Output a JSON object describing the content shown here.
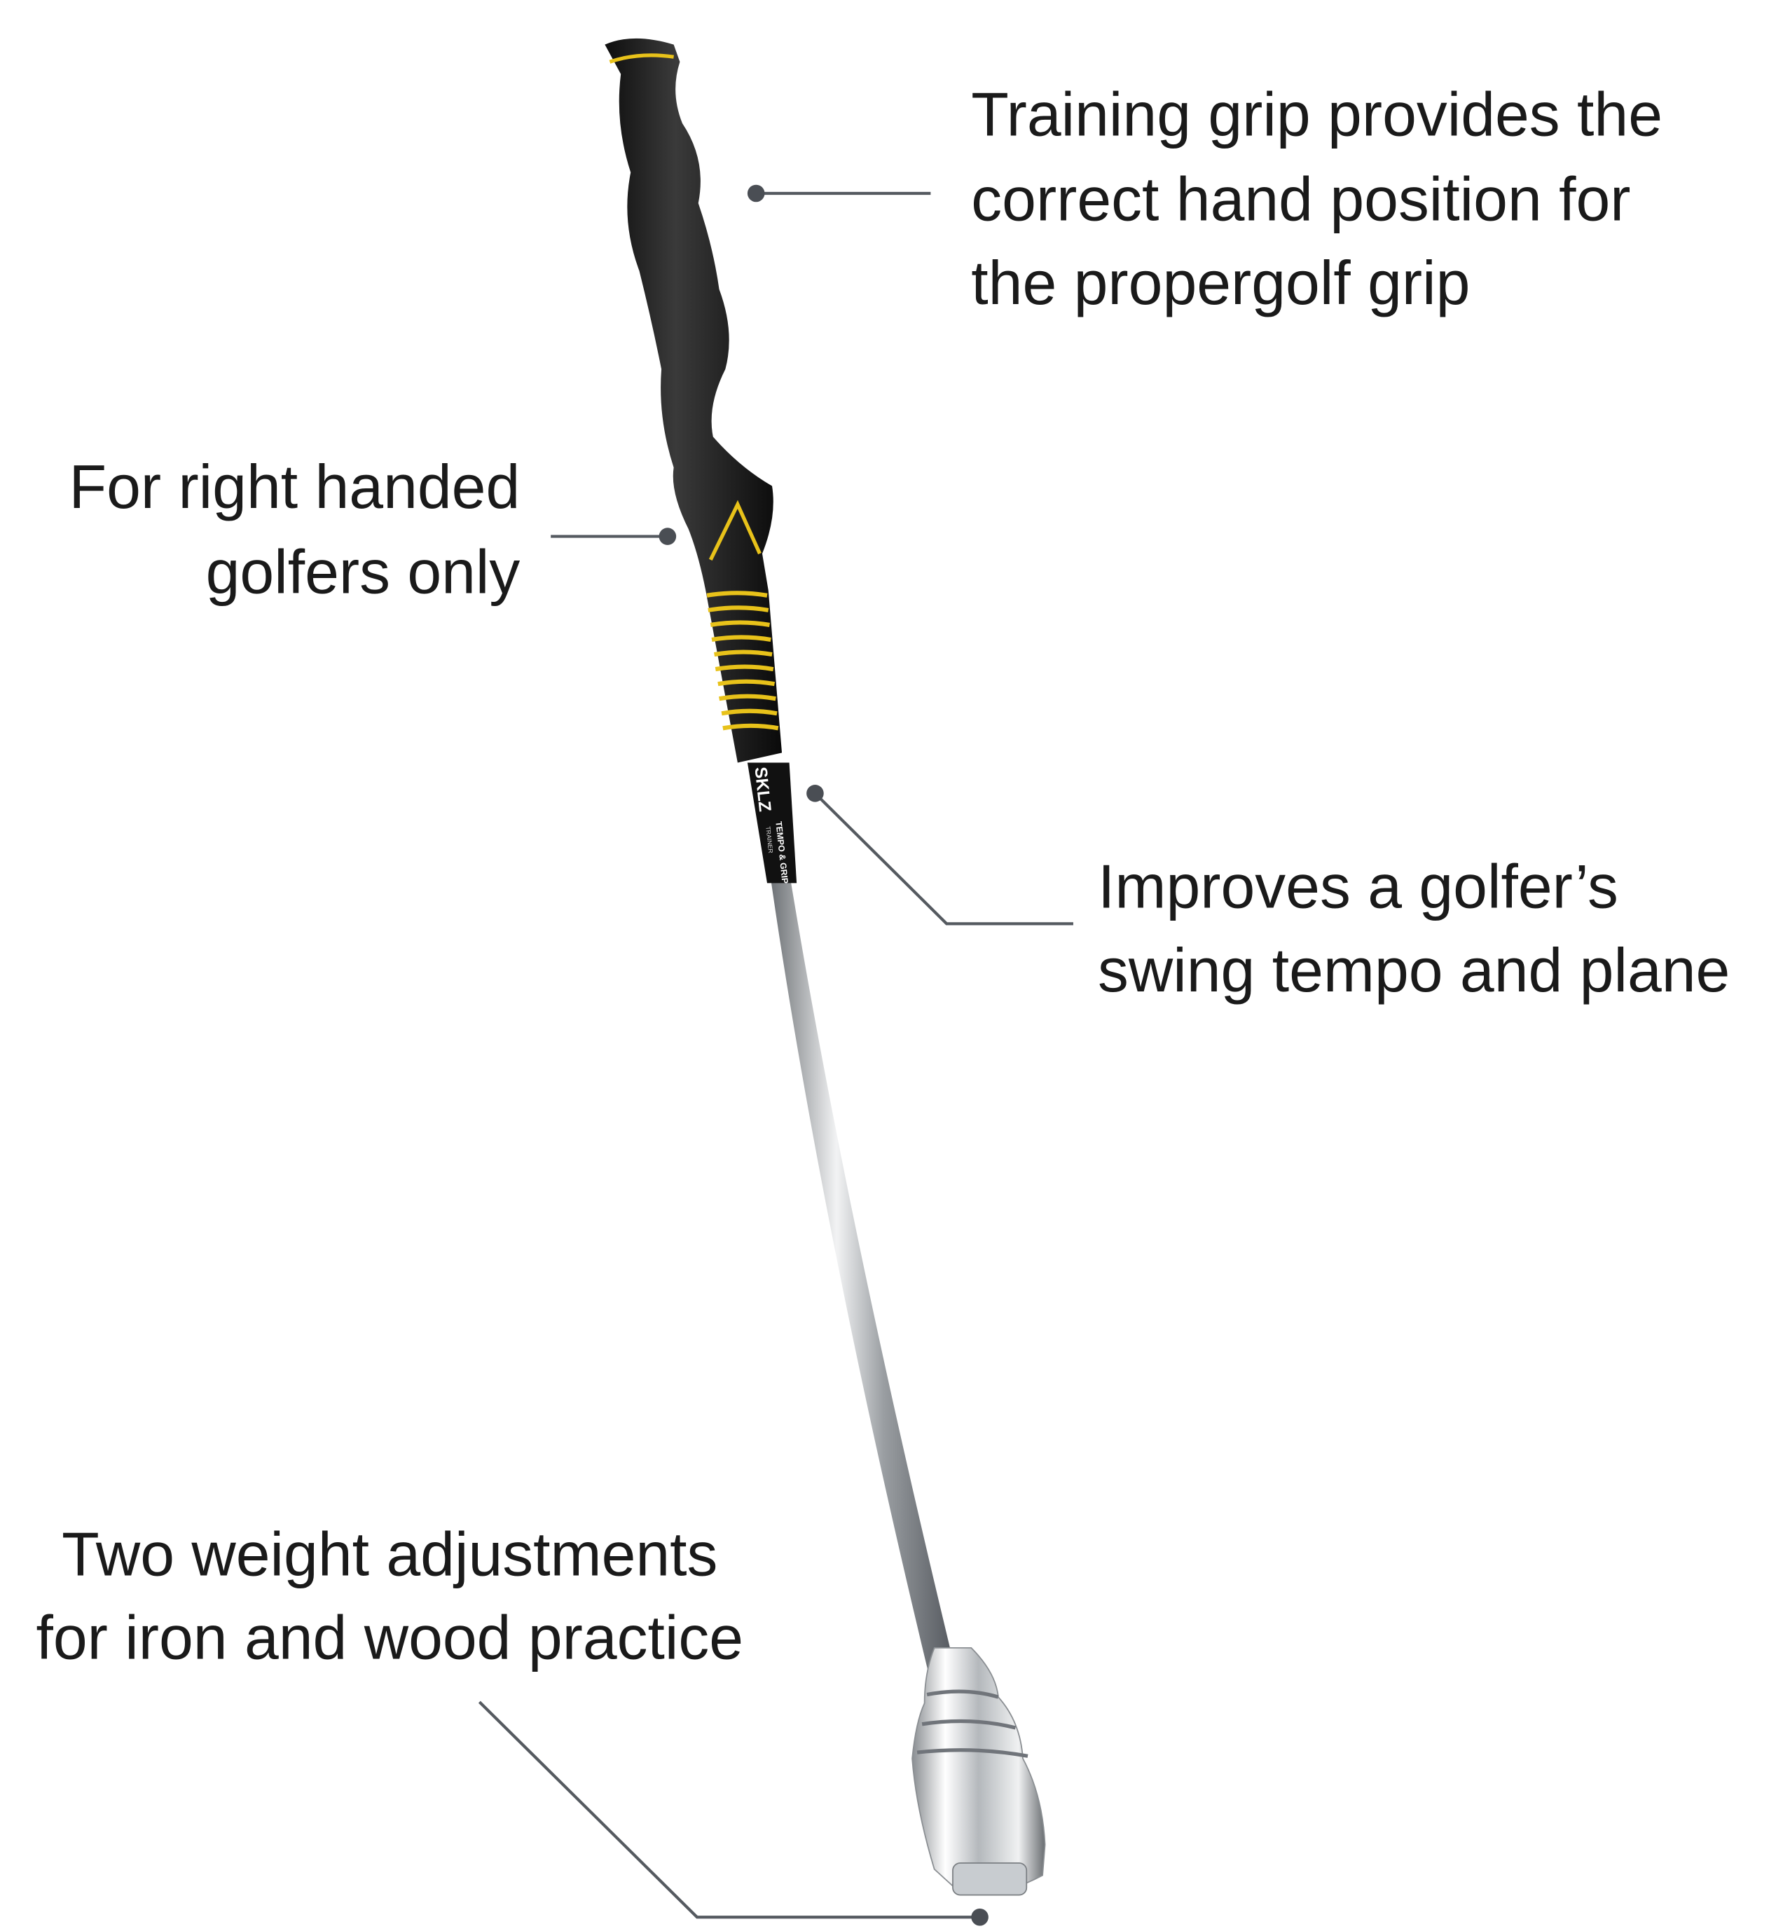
{
  "callouts": {
    "grip": {
      "lines": [
        "Training grip provides the",
        "correct hand position for",
        "the propergolf grip"
      ]
    },
    "handed": {
      "lines": [
        "For right handed",
        "golfers only"
      ]
    },
    "tempo": {
      "lines": [
        "Improves a golfer’s",
        "swing tempo and plane"
      ]
    },
    "weight": {
      "lines": [
        "Two weight adjustments",
        "for iron and wood practice"
      ]
    }
  },
  "product_label": {
    "brand": "SKLZ",
    "name": "TEMPO & GRIP",
    "subtitle": "TRAINER"
  },
  "colors": {
    "grip": "#1c1c1c",
    "accent": "#e8c21a",
    "leader": "#555a60",
    "shaft": "#b8bcc0"
  }
}
